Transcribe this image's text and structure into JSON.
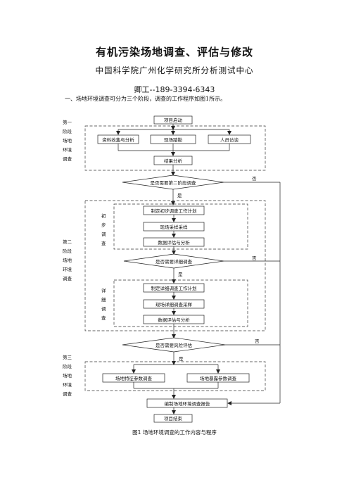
{
  "header": {
    "title": "有机污染场地调查、评估与修改",
    "subtitle": "中国科学院广州化学研究所分析测试中心",
    "contact": "卿工--189-3394-6343",
    "intro": "一、场地环境调查可分为三个阶段，调查的工作程序如图1所示。"
  },
  "flowchart": {
    "start": "项目启动",
    "stage1_label": [
      "第一",
      "阶段",
      "场地",
      "环境",
      "调查"
    ],
    "stage1_tasks": [
      "资料收集与分析",
      "现场踏勘",
      "人员访谈"
    ],
    "result_analysis": "结果分析",
    "decision_stage2": "是否需要第二阶段调查",
    "stage2_label": [
      "第二",
      "阶段",
      "场地",
      "环境",
      "调查"
    ],
    "initial_label": [
      "初",
      "步",
      "调",
      "查"
    ],
    "initial_tasks": [
      "制定初步调查工作计划",
      "现场采样采样",
      "数据评估与分析"
    ],
    "decision_detailed": "是否需要详细调查",
    "detailed_label": [
      "详",
      "细",
      "调",
      "查"
    ],
    "detailed_tasks": [
      "制定详细调查工作计划",
      "现场详细调查采样",
      "数据评估与分析"
    ],
    "decision_risk": "是否需要风险评估",
    "stage3_label": [
      "第三",
      "阶段",
      "场地",
      "环境",
      "调查"
    ],
    "stage3_tasks": [
      "场地特征参数调查",
      "场地暴露参数调查"
    ],
    "report": "编制场地环境调查报告",
    "end": "项目结束",
    "yes": "是",
    "no": "否"
  },
  "caption": "图1  场地环境调查的工作内容与程序"
}
